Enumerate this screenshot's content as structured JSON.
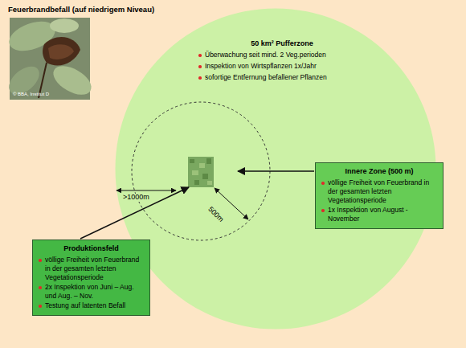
{
  "diagram": {
    "title": "Feuerbrandbefall (auf niedrigem Niveau)",
    "nodes": [
      {
        "text": [
          "50 km² Pufferzone",
          "Überwachung seit mind. 2 Veg.perioden",
          "Inspektion von Wirtspflanzen 1x/Jahr",
          "sofortige Entfernung befallener Pflanzen"
        ]
      },
      {
        "text": [
          "Innere Zone (500 m)",
          "völlige Freiheit von Feuerbrand in der gesamten letzten Vegetationsperiode",
          "1x Inspektion von August - November"
        ]
      },
      {
        "text": [
          "Produktionsfeld",
          "völlige Freiheit von Feuerbrand in der gesamten letzten Vegetationsperiode",
          "2x Inspektion von Juni – Aug. und Aug. – Nov.",
          "Testung auf latenten Befall"
        ]
      }
    ],
    "labels": [
      ">1000m",
      "500m",
      "© BBA, Institut D"
    ]
  }
}
